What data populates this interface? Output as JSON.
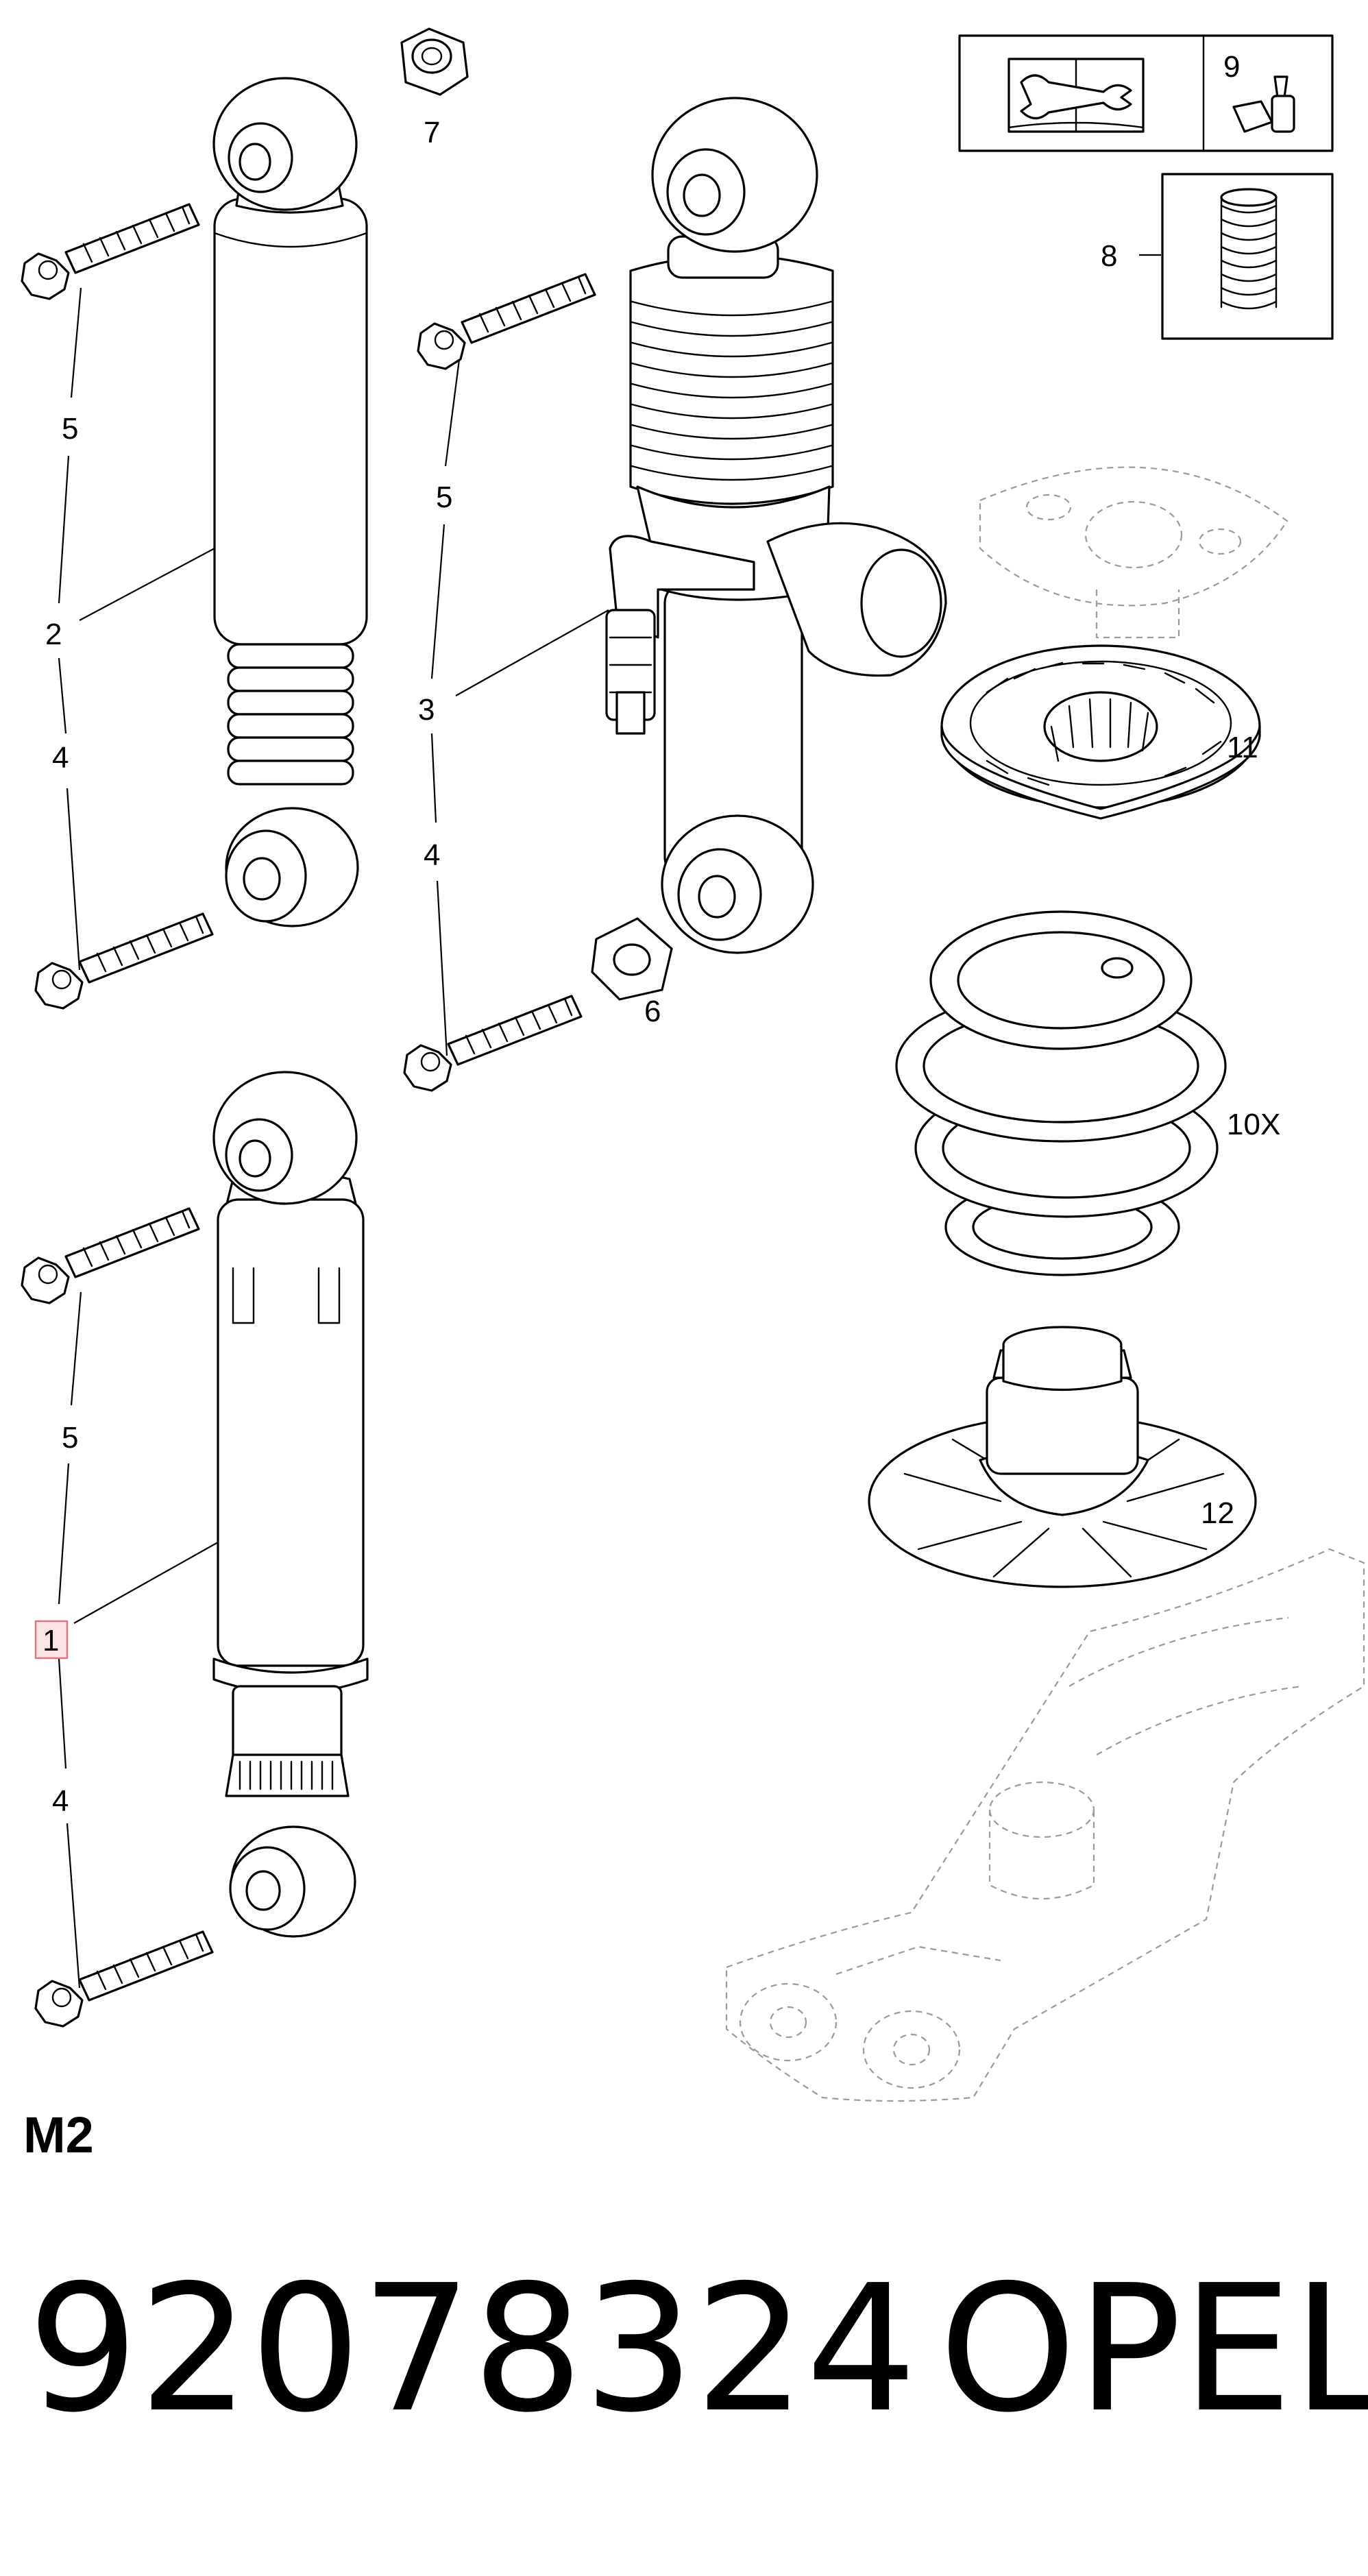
{
  "diagram": {
    "callouts": {
      "c1": "1",
      "c2": "2",
      "c3": "3",
      "c4a": "4",
      "c4b": "4",
      "c4c": "4",
      "c5a": "5",
      "c5b": "5",
      "c5c": "5",
      "c6": "6",
      "c7": "7",
      "c8": "8",
      "c9": "9",
      "c10": "10X",
      "c11": "11",
      "c12": "12"
    },
    "highlighted_callout": "1",
    "highlight_color": "#e0707a",
    "section_label": "M2",
    "icons": [
      "manual-book-icon",
      "wrench-icon",
      "adhesive-bottle-icon",
      "bump-stop-spring-icon"
    ]
  },
  "footer": {
    "part_number": "92078324",
    "brand": "OPEL"
  }
}
